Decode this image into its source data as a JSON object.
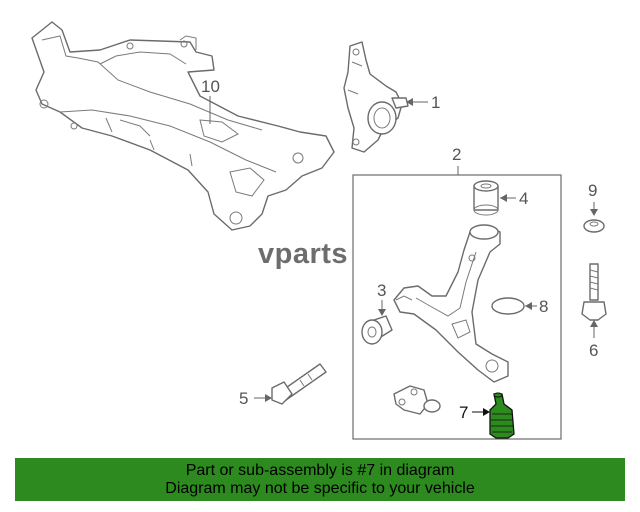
{
  "watermark": "vparts",
  "callouts": {
    "c1": "1",
    "c2": "2",
    "c3": "3",
    "c4": "4",
    "c5": "5",
    "c6": "6",
    "c7": "7",
    "c8": "8",
    "c9": "9",
    "c10": "10"
  },
  "highlight": {
    "part_number": "7",
    "color": "#2c8a1e"
  },
  "banner": {
    "line1": "Part or sub-assembly is #7 in diagram",
    "line2": "Diagram may not be specific to your vehicle",
    "background": "#2c8a1e"
  }
}
